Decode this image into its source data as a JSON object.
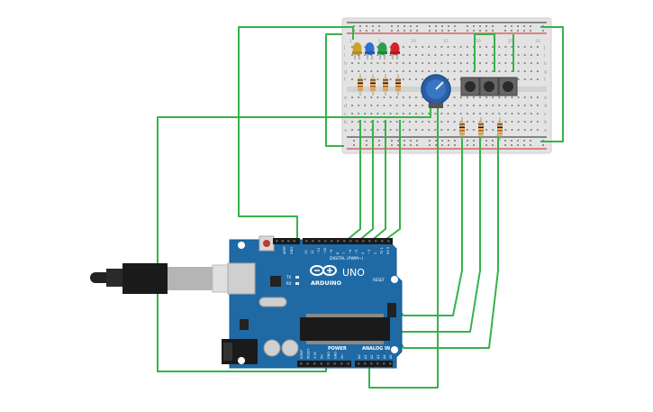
{
  "board": {
    "brand": "ARDUINO",
    "model": "UNO",
    "digital_header_label": "DIGITAL (PWM~)",
    "power_label": "POWER",
    "analog_label": "ANALOG IN",
    "reset_label": "RESET",
    "tx_label": "TX",
    "rx_label": "RX",
    "aref_label": "AREF",
    "gnd_label": "GND",
    "digital_pins": [
      "13",
      "12",
      "~11",
      "~10",
      "~9",
      "8",
      "7",
      "~6",
      "~5",
      "4",
      "~3",
      "2",
      "TX 1",
      "RX 0"
    ],
    "power_pins": [
      "IOREF",
      "RESET",
      "3.3V",
      "5V",
      "GND",
      "GND",
      "Vin"
    ],
    "analog_pins": [
      "A0",
      "A1",
      "A2",
      "A3",
      "A4",
      "A5"
    ]
  },
  "breadboard": {
    "row_letters_top": [
      "j",
      "i",
      "h",
      "g",
      "f"
    ],
    "row_letters_bottom": [
      "e",
      "d",
      "c",
      "b",
      "a"
    ],
    "column_numbers": [
      "1",
      "5",
      "10",
      "15",
      "20",
      "25",
      "30"
    ]
  },
  "components": {
    "led_colors": [
      "#c9a227",
      "#2e6fd0",
      "#2aa145",
      "#d0242a"
    ],
    "wire_color": "#35b34a",
    "board_color": "#1f6aa5",
    "pot_color": "#2a5fa8"
  }
}
